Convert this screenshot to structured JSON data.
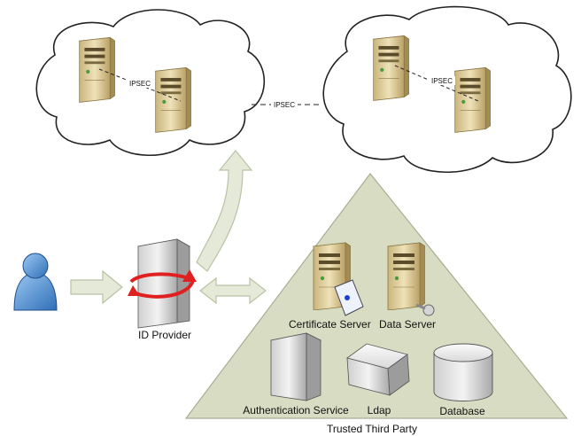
{
  "labels": {
    "ipsec_left": "IPSEC",
    "ipsec_middle": "IPSEC",
    "ipsec_right": "IPSEC",
    "id_provider": "ID Provider",
    "certificate_server": "Certificate Server",
    "data_server": "Data Server",
    "authentication_service": "Authentication Service",
    "ldap": "Ldap",
    "database": "Database",
    "trusted_third_party": "Trusted Third Party"
  },
  "colors": {
    "arrow_fill": "#e4e9d8",
    "arrow_stroke": "#b9c2a3",
    "triangle_fill": "#d7dcc2",
    "triangle_stroke": "#a8ae93",
    "server_tan": "#e2d2a4",
    "server_tan_dark": "#b39d62",
    "user_blue": "#4a90d9",
    "idp_red": "#e02020"
  },
  "icons": [
    "server-icon",
    "user-icon",
    "ldap-box-icon",
    "database-cylinder-icon",
    "key-icon",
    "certificate-icon",
    "cloud-icon",
    "arrow-icon"
  ]
}
